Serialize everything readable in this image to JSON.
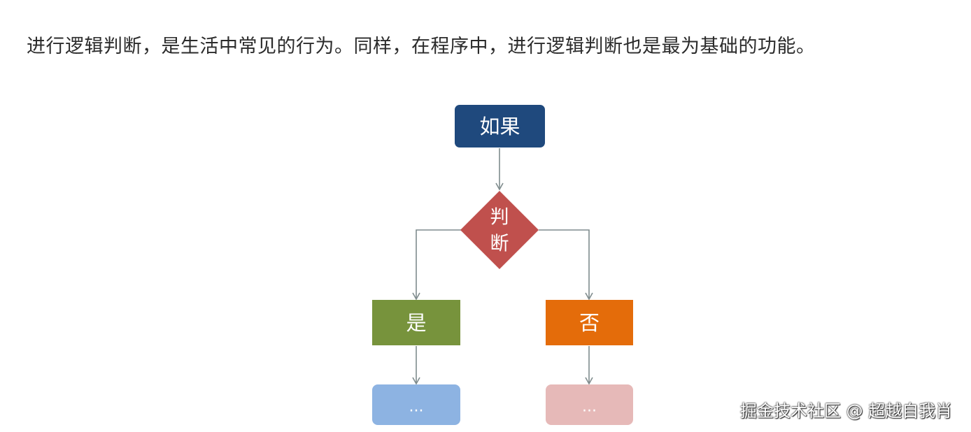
{
  "intro_text": "进行逻辑判断，是生活中常见的行为。同样，在程序中，进行逻辑判断也是最为基础的功能。",
  "diagram": {
    "nodes": {
      "start": {
        "label": "如果",
        "color": "#1f497d"
      },
      "decision": {
        "label_line1": "判",
        "label_line2": "断",
        "color": "#c0504d"
      },
      "yes": {
        "label": "是",
        "color": "#77933c"
      },
      "no": {
        "label": "否",
        "color": "#e46c0a"
      },
      "yes_next": {
        "label": "...",
        "color": "#8db3e2"
      },
      "no_next": {
        "label": "...",
        "color": "#e6b9b8"
      }
    },
    "connector_color": "#7f8c8d"
  },
  "watermark": "掘金技术社区 @ 超越自我肖"
}
